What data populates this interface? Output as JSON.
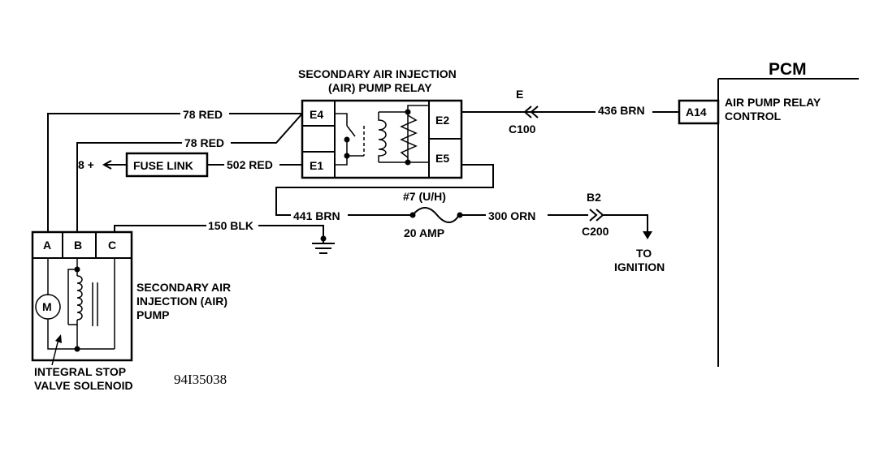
{
  "pcm": {
    "title": "PCM",
    "terminal": "A14",
    "signal_line1": "AIR PUMP RELAY",
    "signal_line2": "CONTROL"
  },
  "relay": {
    "title_line1": "SECONDARY AIR INJECTION",
    "title_line2": "(AIR) PUMP RELAY",
    "terminals": {
      "e4": "E4",
      "e1": "E1",
      "e2": "E2",
      "e5": "E5"
    }
  },
  "wires": {
    "red78_top": "78 RED",
    "red78_mid": "78 RED",
    "red502": "502 RED",
    "brn436": "436 BRN",
    "brn441": "441 BRN",
    "blk150": "150 BLK",
    "orn300": "300 ORN"
  },
  "connectors": {
    "c100_pin": "E",
    "c100": "C100",
    "c200_pin": "B2",
    "c200": "C200"
  },
  "fuse_link": {
    "label": "FUSE LINK",
    "source": "8 +"
  },
  "fuse": {
    "name": "#7 (U/H)",
    "rating": "20 AMP"
  },
  "ignition": {
    "line1": "TO",
    "line2": "IGNITION"
  },
  "pump": {
    "terminals": {
      "a": "A",
      "b": "B",
      "c": "C"
    },
    "motor": "M",
    "label_line1": "SECONDARY AIR",
    "label_line2": "INJECTION (AIR)",
    "label_line3": "PUMP"
  },
  "solenoid": {
    "line1": "INTEGRAL STOP",
    "line2": "VALVE SOLENOID"
  },
  "figure_id": "94I35038"
}
